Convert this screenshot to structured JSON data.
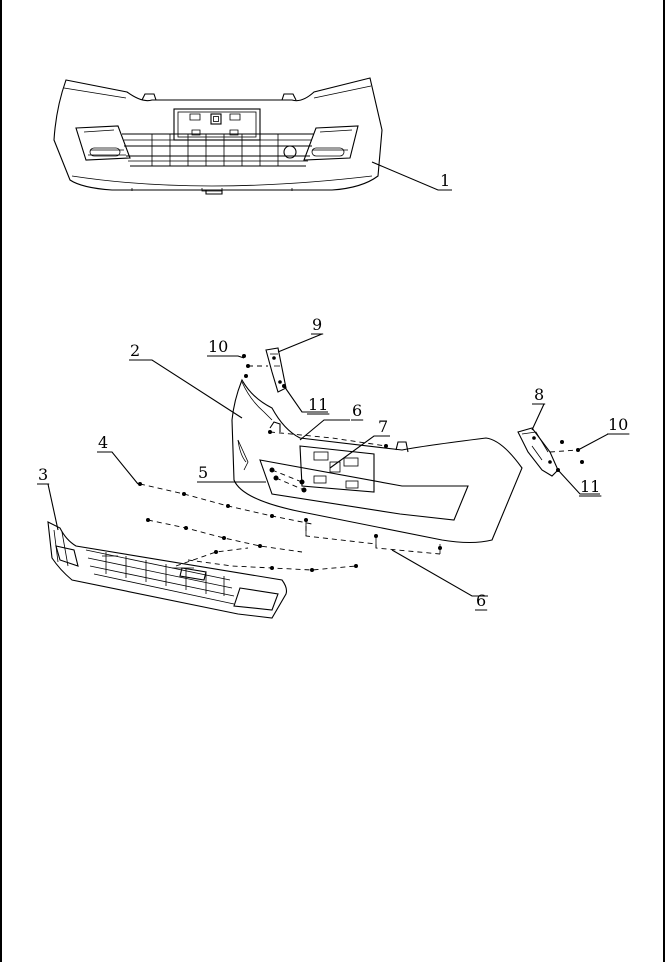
{
  "callouts": {
    "c1": "1",
    "c2": "2",
    "c3": "3",
    "c4": "4",
    "c5": "5",
    "c6a": "6",
    "c6b": "6",
    "c7": "7",
    "c8": "8",
    "c9": "9",
    "c10a": "10",
    "c10b": "10",
    "c11a": "11",
    "c11b": "11"
  }
}
